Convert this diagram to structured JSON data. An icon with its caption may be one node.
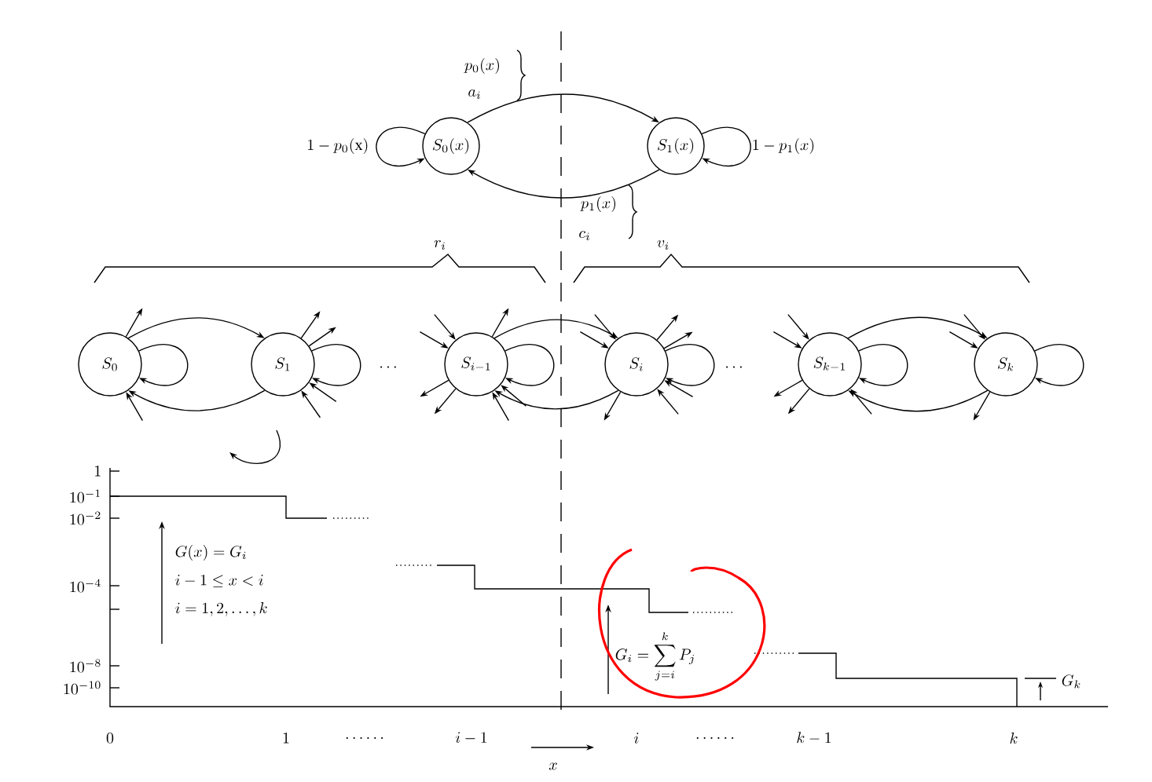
{
  "diagram": {
    "nodes": [
      {
        "text": [
          "S_0(x)"
        ]
      },
      {
        "text": [
          "S_1(x)"
        ]
      },
      {
        "text": [
          "S_0"
        ]
      },
      {
        "text": [
          "S_1"
        ]
      },
      {
        "text": [
          "S_{i-1}"
        ]
      },
      {
        "text": [
          "S_i"
        ]
      },
      {
        "text": [
          "S_{k-1}"
        ]
      },
      {
        "text": [
          "S_k"
        ]
      }
    ],
    "edges": [
      {
        "from": 0,
        "to": 1,
        "arrow": "to"
      },
      {
        "from": 1,
        "to": 0,
        "arrow": "to"
      },
      {
        "from": 0,
        "to": 0,
        "arrow": "to",
        "label": "1 - p_0(\\mathrm{x})"
      },
      {
        "from": 1,
        "to": 1,
        "arrow": "to",
        "label": "1 - p_1(x)"
      },
      {
        "from": 2,
        "to": 3,
        "arrow": "to"
      },
      {
        "from": 3,
        "to": 2,
        "arrow": "to"
      },
      {
        "from": 2,
        "to": 2,
        "arrow": "to"
      },
      {
        "from": 3,
        "to": 3,
        "arrow": "to"
      },
      {
        "from": 4,
        "to": 5,
        "arrow": "to"
      },
      {
        "from": 5,
        "to": 4,
        "arrow": "to"
      },
      {
        "from": 4,
        "to": 4,
        "arrow": "to"
      },
      {
        "from": 5,
        "to": 5,
        "arrow": "to"
      },
      {
        "from": 6,
        "to": 7,
        "arrow": "to"
      },
      {
        "from": 7,
        "to": 6,
        "arrow": "to"
      },
      {
        "from": 6,
        "to": 6,
        "arrow": "to"
      },
      {
        "from": 7,
        "to": 7,
        "arrow": "to"
      },
      {
        "from": 2,
        "to": null,
        "arrow": "to"
      },
      {
        "from": null,
        "to": 2,
        "arrow": "to"
      },
      {
        "from": 3,
        "to": null,
        "arrow": "to"
      },
      {
        "from": 3,
        "to": null,
        "arrow": "to"
      },
      {
        "from": null,
        "to": 3,
        "arrow": "to"
      },
      {
        "from": null,
        "to": 3,
        "arrow": "to"
      },
      {
        "from": null,
        "to": 4,
        "arrow": "to"
      },
      {
        "from": null,
        "to": 4,
        "arrow": "to"
      },
      {
        "from": 4,
        "to": null,
        "arrow": "to"
      },
      {
        "from": 4,
        "to": null,
        "arrow": "to"
      },
      {
        "from": 4,
        "to": null,
        "arrow": "to"
      },
      {
        "from": null,
        "to": 4,
        "arrow": "to"
      },
      {
        "from": null,
        "to": 4,
        "arrow": "to"
      },
      {
        "from": null,
        "to": 5,
        "arrow": "to"
      },
      {
        "from": null,
        "to": 5,
        "arrow": "to"
      },
      {
        "from": 5,
        "to": null,
        "arrow": "to"
      },
      {
        "from": 5,
        "to": null,
        "arrow": "to"
      },
      {
        "from": null,
        "to": 5,
        "arrow": "to"
      },
      {
        "from": null,
        "to": 5,
        "arrow": "to"
      },
      {
        "from": 5,
        "to": null,
        "arrow": "to"
      },
      {
        "from": null,
        "to": 6,
        "arrow": "to"
      },
      {
        "from": null,
        "to": 6,
        "arrow": "to"
      },
      {
        "from": 6,
        "to": null,
        "arrow": "to"
      },
      {
        "from": 6,
        "to": null,
        "arrow": "to"
      },
      {
        "from": null,
        "to": 6,
        "arrow": "to"
      },
      {
        "from": null,
        "to": 7,
        "arrow": "to"
      },
      {
        "from": null,
        "to": 7,
        "arrow": "to"
      },
      {
        "from": 7,
        "to": null,
        "arrow": "to"
      }
    ],
    "labels": [
      "p_0(x)",
      "a_i",
      "p_1(x)",
      "c_i",
      "r_i",
      "v_i",
      "\\cdots",
      "\\cdots",
      "1",
      "10^{-1}",
      "10^{-2}",
      "10^{-4}",
      "10^{-8}",
      "10^{-10}",
      "G(x) = G_i",
      "i-1 \\le x < i",
      "i = 1, 2, \\ldots, k",
      "G_i = \\sum_{j=i}^{k} P_j",
      "G_k",
      "0",
      "1",
      "\\ldots\\ldots",
      "i-1",
      "x",
      "i",
      "\\ldots\\ldots",
      "k-1",
      "k"
    ]
  }
}
